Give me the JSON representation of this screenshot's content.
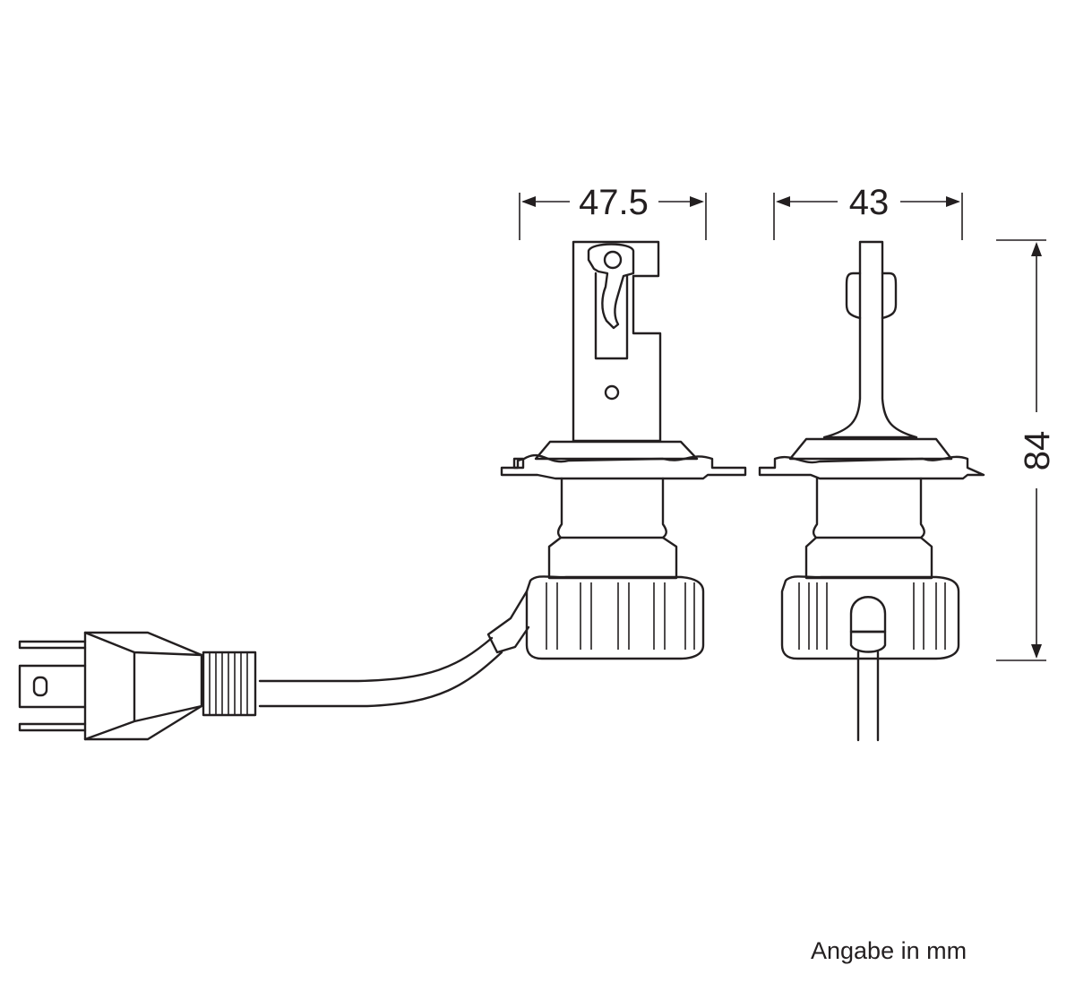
{
  "dimensions": {
    "width_front": "47.5",
    "width_side": "43",
    "height": "84"
  },
  "unit_note": "Angabe in mm",
  "colors": {
    "line": "#231f20",
    "background": "#ffffff"
  }
}
